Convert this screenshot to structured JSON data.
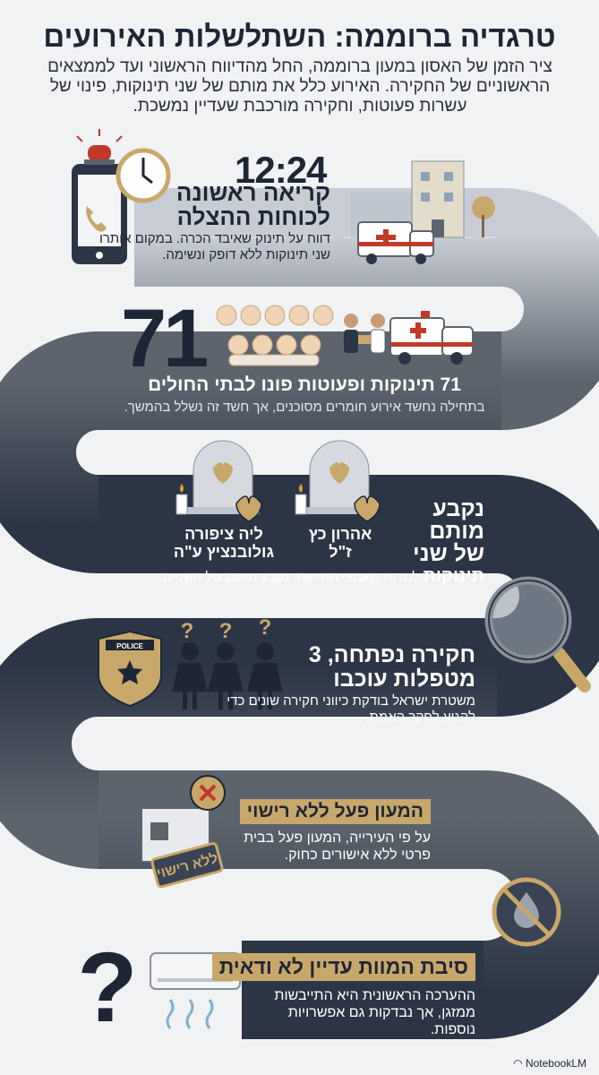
{
  "header": {
    "title": "טרגדיה ברוממה: השתלשלות האירועים",
    "subtitle": "ציר הזמן של האסון במעון ברוממה, החל מהדיווח הראשוני ועד לממצאים הראשוניים של החקירה. האירוע כלל את מותם של שני תינוקות, פינוי של עשרות פעוטות, וחקירה מורכבת שעדיין נמשכת."
  },
  "steps": [
    {
      "time": "12:24",
      "heading": "קריאה ראשונה לכוחות ההצלה",
      "description": "דווח על תינוק שאיבד הכרה. במקום אותרו שני תינוקות ללא דופק ונשימה.",
      "icons": [
        "phone-icon",
        "alarm-light-icon",
        "clock-icon",
        "building-icon",
        "ambulance-icon"
      ]
    },
    {
      "big_number": "71",
      "heading": "71 תינוקות ופעוטות פונו לבתי החולים",
      "description": "בתחילה נחשד אירוע חומרים מסוכנים, אך חשד זה נשלל בהמשך.",
      "icons": [
        "babies-icon",
        "paramedics-icon",
        "ambulance-icon"
      ]
    },
    {
      "heading_lines": [
        "נקבע",
        "מותם",
        "של שני"
      ],
      "heading_last": "תינוקות",
      "description": "למרות מאמצי החייאה, נקבע מותם של השניים.",
      "victims": [
        {
          "line1": "ליה ציפורה",
          "line2": "גולובנציץ ע\"ה"
        },
        {
          "line1": "אהרון כץ",
          "line2": "ז\"ל"
        }
      ],
      "icons": [
        "gravestone-icon",
        "candle-icon",
        "heart-icon"
      ]
    },
    {
      "heading": "חקירה נפתחה, 3 מטפלות עוכבו",
      "description": "משטרת ישראל בודקת כיווני חקירה שונים כדי להגיע לחקר האמת.",
      "badge_text": "POLICE",
      "question_marks": [
        "?",
        "?",
        "?"
      ],
      "icons": [
        "police-badge-icon",
        "women-icon",
        "magnifier-icon"
      ]
    },
    {
      "heading": "המעון פעל ללא רישוי",
      "description": "על פי העירייה, המעון פעל בבית פרטי ללא אישורים כחוק.",
      "stamp": "ללא רישוי",
      "icons": [
        "house-icon",
        "x-icon"
      ]
    },
    {
      "heading": "סיבת המוות עדיין לא ודאית",
      "description": "ההערכה הראשונית היא התייבשות ממזגן, אך נבדקות גם אפשרויות נוספות.",
      "question_mark": "?",
      "icons": [
        "air-conditioner-icon",
        "no-water-icon"
      ]
    }
  ],
  "footer": {
    "brand": "NotebookLM"
  },
  "colors": {
    "background": "#f1f2f4",
    "road_light": "#c8cdd5",
    "road_mid": "#5d646e",
    "road_dark": "#2c3546",
    "gold": "#c8a86a",
    "text_dark": "#1e2635"
  }
}
